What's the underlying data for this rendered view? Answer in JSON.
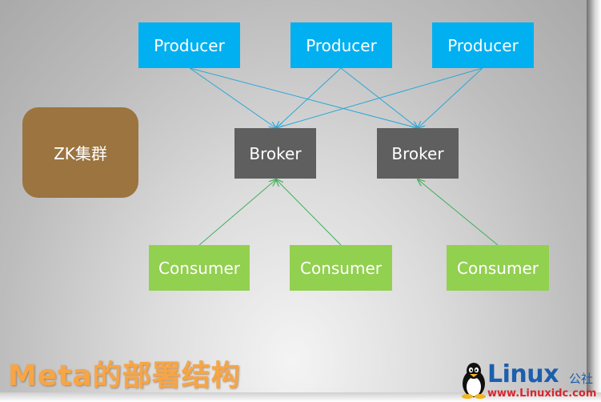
{
  "diagram": {
    "zk_label": "ZK集群",
    "producers": [
      "Producer",
      "Producer",
      "Producer"
    ],
    "brokers": [
      "Broker",
      "Broker"
    ],
    "consumers": [
      "Consumer",
      "Consumer",
      "Consumer"
    ],
    "title": "Meta的部署结构"
  },
  "logo": {
    "word": "Linux",
    "cn": "公社",
    "url": "www.Linuxidc.com"
  },
  "colors": {
    "producer": "#00b0f0",
    "broker": "#5f5f5f",
    "consumer": "#92d050",
    "zk": "#9b7440",
    "producer_arrow": "#2aa7d8",
    "consumer_arrow": "#3fae5a",
    "title": "#f7a545"
  }
}
